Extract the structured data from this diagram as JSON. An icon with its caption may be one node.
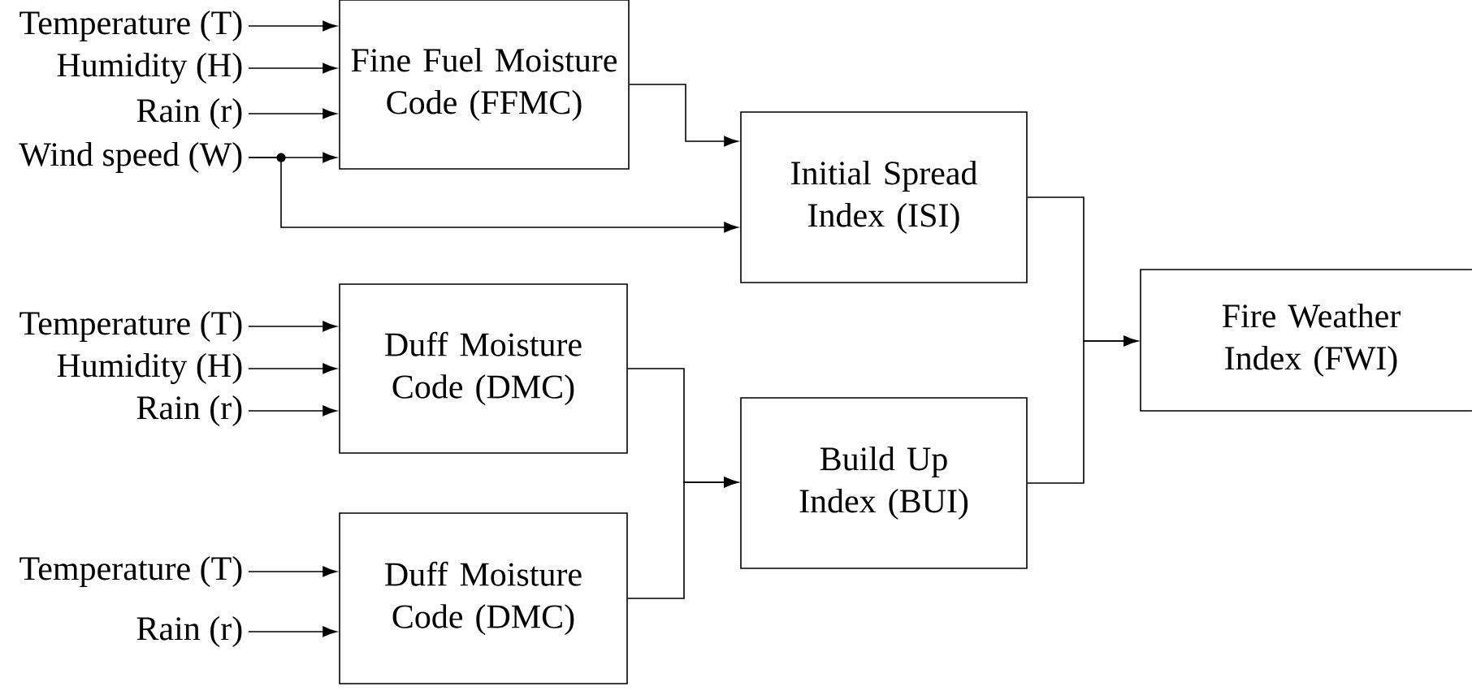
{
  "diagram": {
    "nodes": [
      {
        "text": [
          "Temperature (T)"
        ]
      },
      {
        "text": [
          "Humidity (H)"
        ]
      },
      {
        "text": [
          "Rain (r)"
        ]
      },
      {
        "text": [
          "Wind speed (W)"
        ]
      },
      {
        "text": [
          "Fine Fuel Moisture Code (FFMC)"
        ]
      },
      {
        "text": [
          "Initial Spread Index (ISI)"
        ]
      },
      {
        "text": [
          "Temperature (T)"
        ]
      },
      {
        "text": [
          "Humidity (H)"
        ]
      },
      {
        "text": [
          "Rain (r)"
        ]
      },
      {
        "text": [
          "Duff Moisture Code (DMC)"
        ]
      },
      {
        "text": [
          "Build Up Index (BUI)"
        ]
      },
      {
        "text": [
          "Temperature (T)"
        ]
      },
      {
        "text": [
          "Rain (r)"
        ]
      },
      {
        "text": [
          "Duff Moisture Code (DMC)"
        ]
      },
      {
        "text": [
          "Fire Weather Index (FWI)"
        ]
      }
    ],
    "edges": [
      {
        "from": 0,
        "to": 4,
        "arrow": "to"
      },
      {
        "from": 1,
        "to": 4,
        "arrow": "to"
      },
      {
        "from": 2,
        "to": 4,
        "arrow": "to"
      },
      {
        "from": 3,
        "to": 4,
        "arrow": "to"
      },
      {
        "from": 4,
        "to": 5,
        "arrow": "to"
      },
      {
        "from": 3,
        "to": 5,
        "arrow": "to"
      },
      {
        "from": 6,
        "to": 9,
        "arrow": "to"
      },
      {
        "from": 7,
        "to": 9,
        "arrow": "to"
      },
      {
        "from": 8,
        "to": 9,
        "arrow": "to"
      },
      {
        "from": 11,
        "to": 13,
        "arrow": "to"
      },
      {
        "from": 12,
        "to": 13,
        "arrow": "to"
      },
      {
        "from": 9,
        "to": 10,
        "arrow": "to"
      },
      {
        "from": 13,
        "to": 10,
        "arrow": "to"
      },
      {
        "from": 5,
        "to": 14,
        "arrow": "to"
      },
      {
        "from": 10,
        "to": 14,
        "arrow": "to"
      }
    ]
  }
}
